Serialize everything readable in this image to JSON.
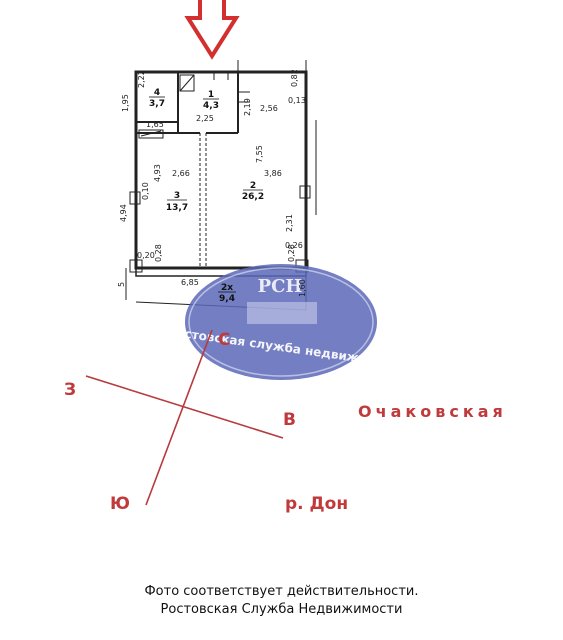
{
  "rooms": [
    {
      "num": "1",
      "area": "4,3"
    },
    {
      "num": "2",
      "area": "26,2"
    },
    {
      "num": "3",
      "area": "13,7"
    },
    {
      "num": "4",
      "area": "3,7"
    },
    {
      "num": "2х",
      "area": "9,4"
    }
  ],
  "dimensions": {
    "d1": "2,22",
    "d2": "1,95",
    "d3": "1,65",
    "d4": "2,25",
    "d5": "2,19",
    "d6": "2,56",
    "d7": "0,82",
    "d8": "0,13",
    "d9": "7,55",
    "d10": "3,86",
    "d11": "2,66",
    "d12": "4,93",
    "d13": "0,10",
    "d14": "4,94",
    "d15": "2,31",
    "d16": "0,26",
    "d17": "0,20",
    "d18": "0,28",
    "d19": "0,28",
    "d20": "6,85",
    "d21": "1,60",
    "d22": "5"
  },
  "watermark": {
    "logo": "РСН",
    "text": "Ростовская служба недвижимости"
  },
  "compass": {
    "north": "С",
    "south": "Ю",
    "west": "З",
    "east": "В"
  },
  "labels": {
    "street": "Очаковская",
    "river": "р. Дон"
  },
  "footer": {
    "line1": "Фото соответствует действительности.",
    "line2": "Ростовская Служба Недвижимости"
  },
  "colors": {
    "accent": "#c0393b",
    "watermark_blue": "#5a67b8",
    "arrow_red": "#d32f2f"
  }
}
